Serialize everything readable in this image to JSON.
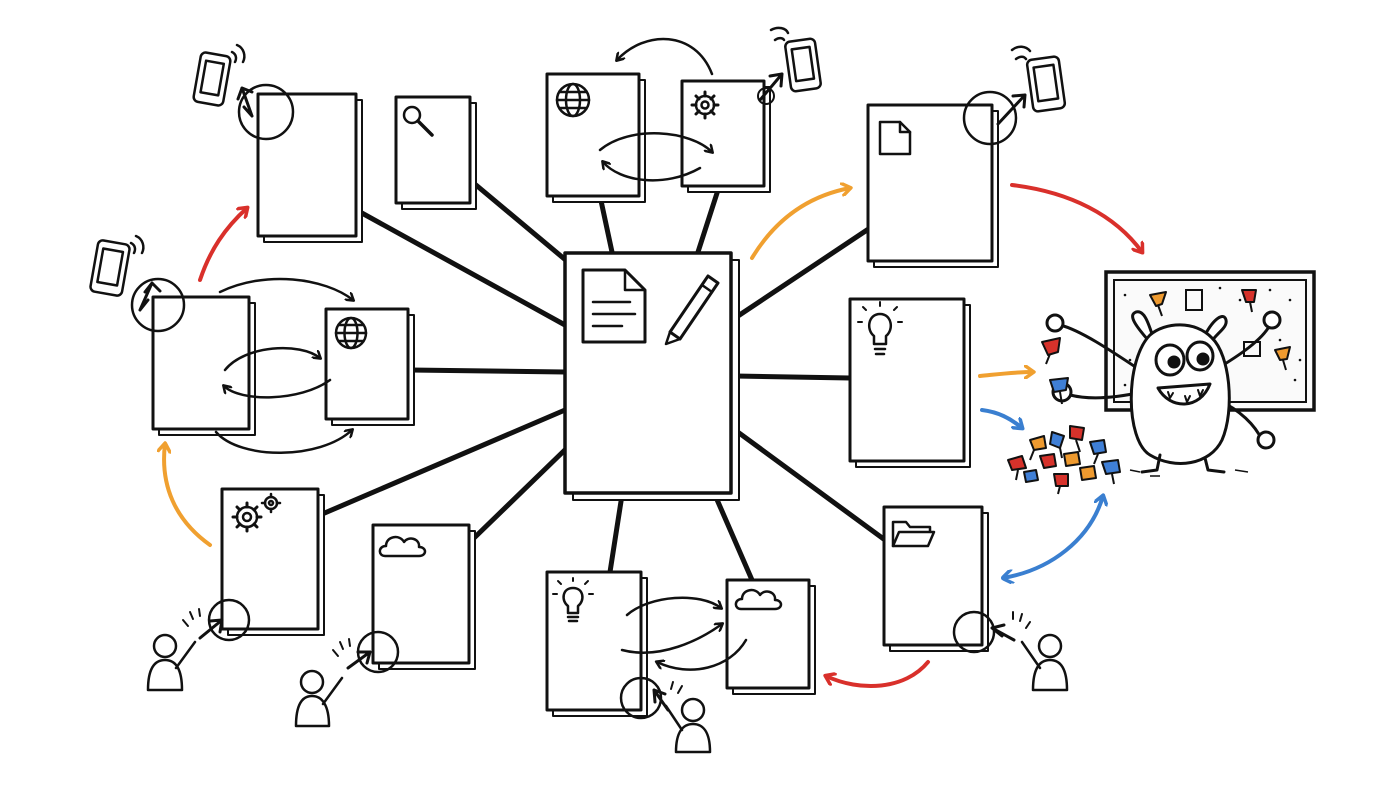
{
  "colors": {
    "ink": "#111111",
    "red": "#d9302b",
    "orange": "#f0a030",
    "blue": "#3a7fd0",
    "pin_red": "#d6322b",
    "pin_blue": "#3f7fd6",
    "pin_orange": "#ee9a2f",
    "board": "#fafafa"
  },
  "central_page": {
    "icons": [
      "document-icon",
      "pen-icon"
    ]
  },
  "pages": [
    {
      "id": "top-left",
      "icon": ""
    },
    {
      "id": "search",
      "icon": "magnifier-icon"
    },
    {
      "id": "globe-top",
      "icon": "globe-icon"
    },
    {
      "id": "gear-top",
      "icon": "gear-icon"
    },
    {
      "id": "file-right",
      "icon": "file-icon"
    },
    {
      "id": "left-mid",
      "icon": ""
    },
    {
      "id": "globe-left",
      "icon": "globe-icon"
    },
    {
      "id": "bulb-right",
      "icon": "lightbulb-icon"
    },
    {
      "id": "gears-bottom-left",
      "icon": "gears-icon"
    },
    {
      "id": "cloud-bottom",
      "icon": "cloud-icon"
    },
    {
      "id": "bulb-bottom",
      "icon": "lightbulb-icon"
    },
    {
      "id": "cloud-bottom-2",
      "icon": "cloud-icon"
    },
    {
      "id": "folder-bottom-right",
      "icon": "folder-icon"
    }
  ],
  "devices": [
    "phone-icon",
    "phone-icon",
    "phone-icon",
    "phone-icon"
  ],
  "users": [
    "user-icon",
    "user-icon",
    "user-icon",
    "user-icon"
  ],
  "character": {
    "icon": "monster-icon",
    "props": [
      "pinboard-icon",
      "pushpin-icon"
    ]
  }
}
